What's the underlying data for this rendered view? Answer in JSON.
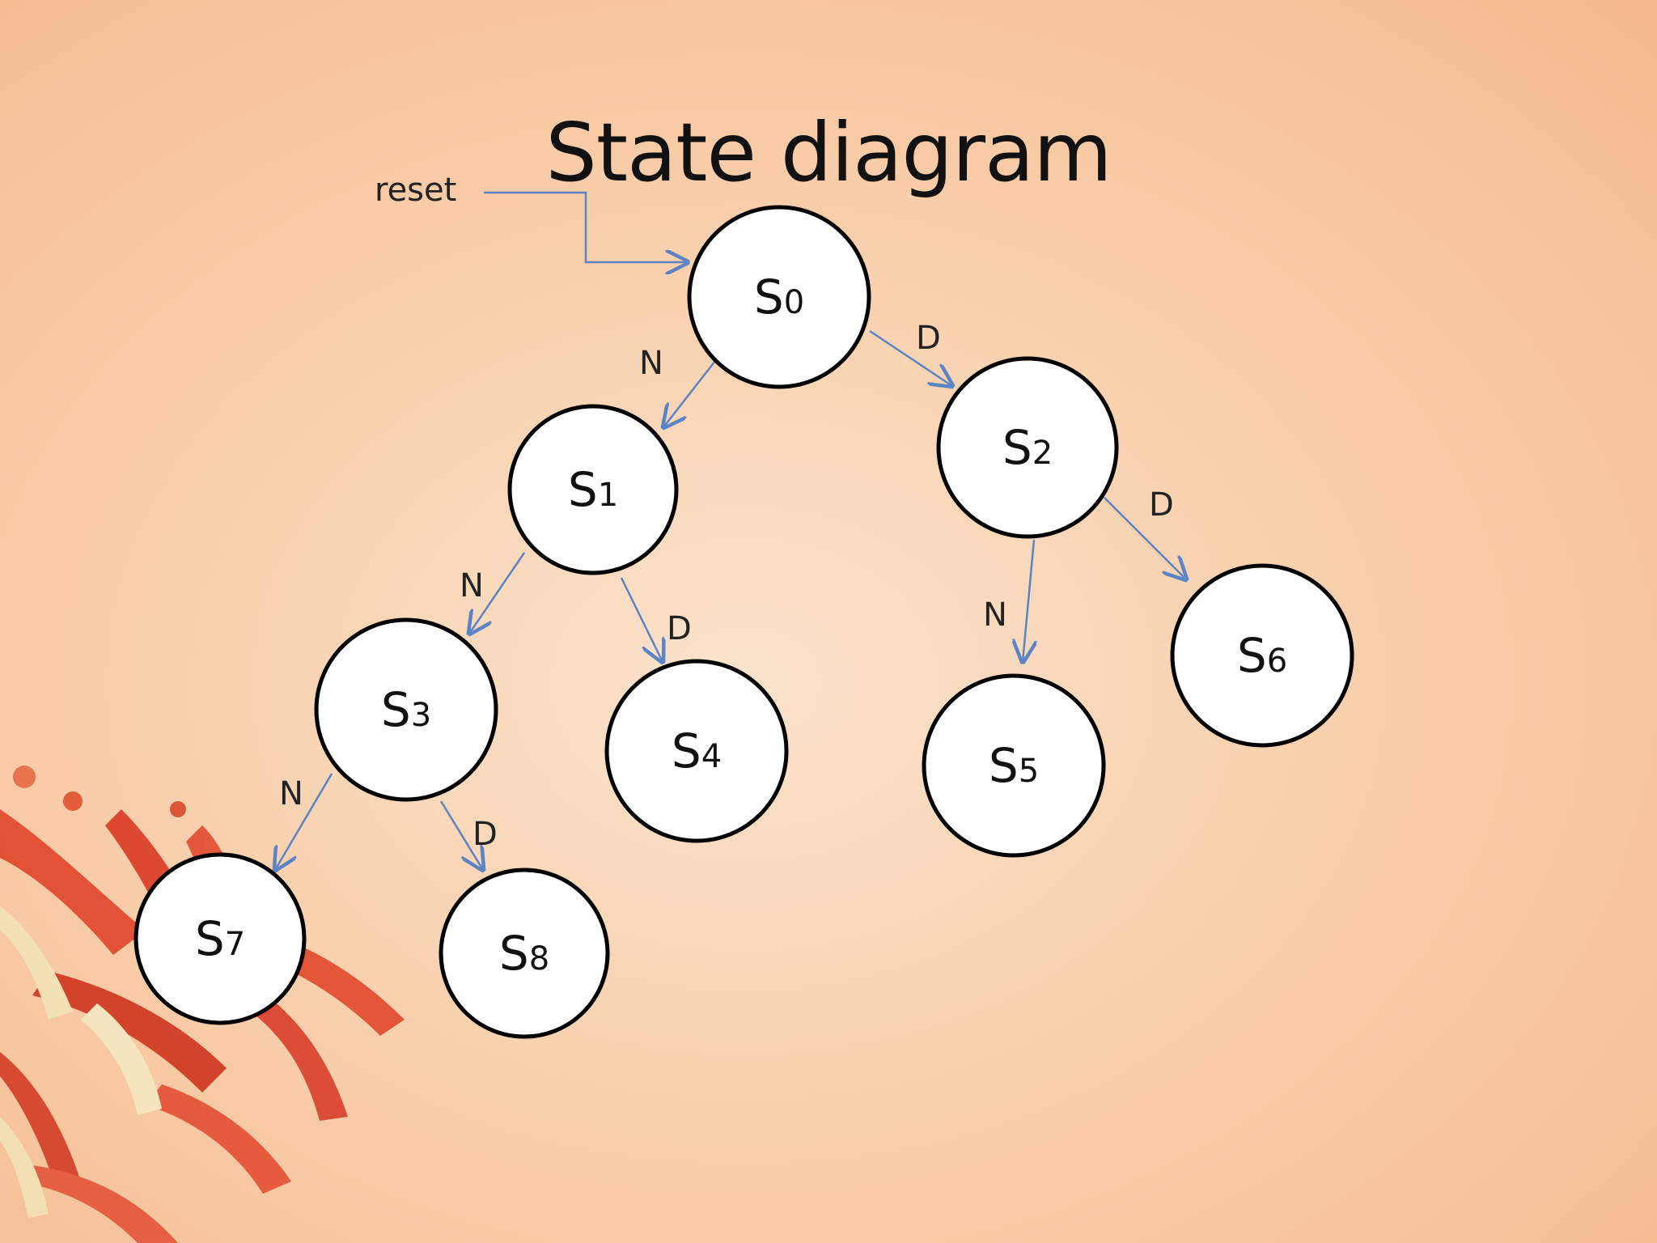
{
  "title": "State diagram",
  "reset_label": "reset",
  "colors": {
    "arrow": "#5b84c4",
    "node_fill": "#ffffff",
    "node_stroke": "#000000"
  },
  "nodes": [
    {
      "id": "s0",
      "letter": "S",
      "index": "0"
    },
    {
      "id": "s1",
      "letter": "S",
      "index": "1"
    },
    {
      "id": "s2",
      "letter": "S",
      "index": "2"
    },
    {
      "id": "s3",
      "letter": "S",
      "index": "3"
    },
    {
      "id": "s4",
      "letter": "S",
      "index": "4"
    },
    {
      "id": "s5",
      "letter": "S",
      "index": "5"
    },
    {
      "id": "s6",
      "letter": "S",
      "index": "6"
    },
    {
      "id": "s7",
      "letter": "S",
      "index": "7"
    },
    {
      "id": "s8",
      "letter": "S",
      "index": "8"
    }
  ],
  "edges": [
    {
      "from": "s0",
      "to": "s1",
      "label": "N"
    },
    {
      "from": "s0",
      "to": "s2",
      "label": "D"
    },
    {
      "from": "s1",
      "to": "s3",
      "label": "N"
    },
    {
      "from": "s1",
      "to": "s4",
      "label": "D"
    },
    {
      "from": "s2",
      "to": "s5",
      "label": "N"
    },
    {
      "from": "s2",
      "to": "s6",
      "label": "D"
    },
    {
      "from": "s3",
      "to": "s7",
      "label": "N"
    },
    {
      "from": "s3",
      "to": "s8",
      "label": "D"
    }
  ]
}
